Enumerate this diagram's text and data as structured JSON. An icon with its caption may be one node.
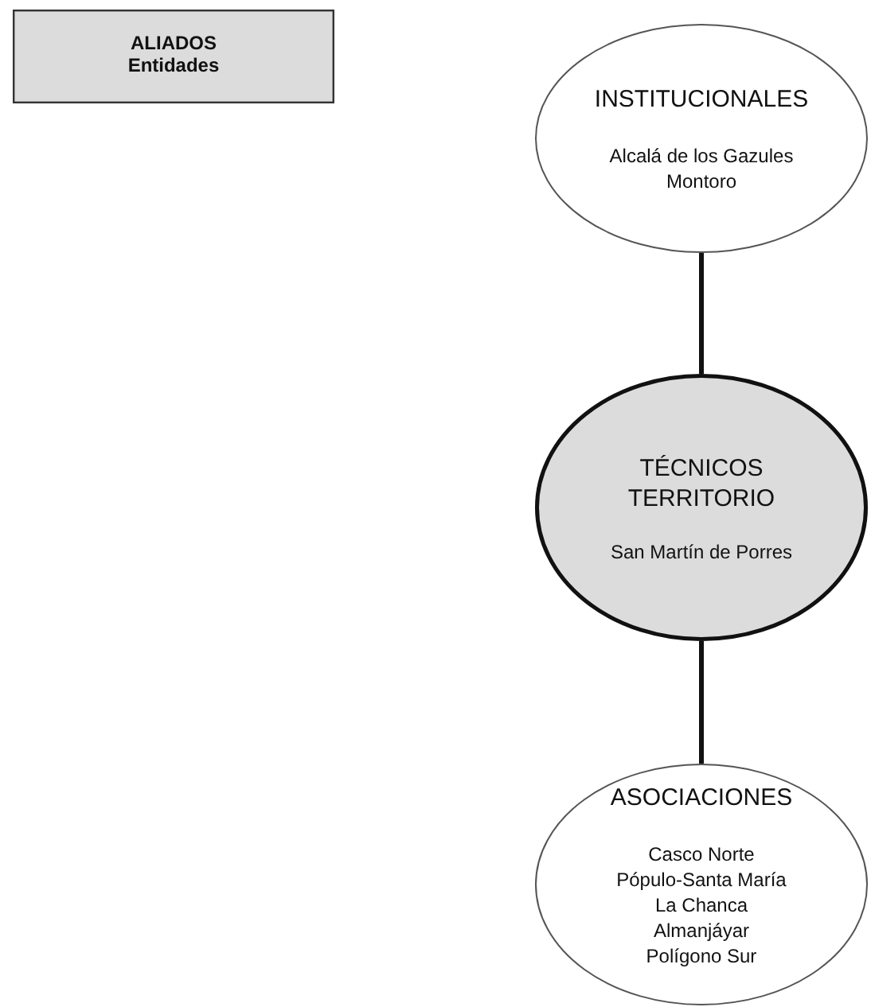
{
  "diagram": {
    "nodes": [
      {
        "text": [
          "ALIADOS",
          "Entidades"
        ]
      },
      {
        "text": [
          "INSTITUCIONALES",
          "Alcalá de los Gazules",
          "Montoro"
        ]
      },
      {
        "text": [
          "TÉCNICOS TERRITORIO",
          "San Martín de Porres"
        ]
      },
      {
        "text": [
          "ASOCIACIONES",
          "Casco Norte",
          "Pópulo-Santa María",
          "La Chanca",
          "Almanjáyar",
          "Polígono Sur"
        ]
      }
    ],
    "edges": [
      {
        "from": 1,
        "to": 2,
        "arrow": "none"
      },
      {
        "from": 2,
        "to": 3,
        "arrow": "none"
      }
    ]
  }
}
